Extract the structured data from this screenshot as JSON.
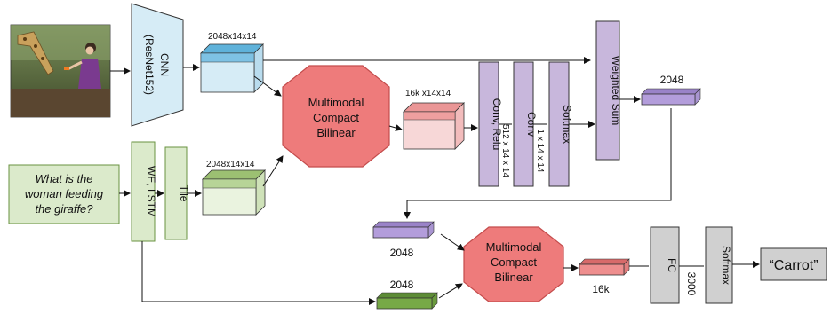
{
  "image": {
    "name": "photo of woman feeding a giraffe"
  },
  "cnn": {
    "line1": "CNN",
    "line2": "(ResNet152)"
  },
  "dims": {
    "img_feat": "2048x14x14",
    "tiled_feat": "2048x14x14",
    "mcb1_out": "16k x14x14",
    "conv1_out": "512 x 14 x 14",
    "conv2_out": "1 x 14 x 14",
    "att_out": "2048",
    "att_vec": "2048",
    "q_vec": "2048",
    "mcb2_out": "16k",
    "fc_out": "3000"
  },
  "question": {
    "line1": "What is the",
    "line2": "woman feeding",
    "line3": "the giraffe?"
  },
  "we_lstm": "WE, LSTM",
  "tile": "Tile",
  "mcb1": {
    "line1": "Multimodal",
    "line2": "Compact",
    "line3": "Bilinear"
  },
  "mcb2": {
    "line1": "Multimodal",
    "line2": "Compact",
    "line3": "Bilinear"
  },
  "conv_relu": "Conv, Relu",
  "conv": "Conv",
  "softmax1": "Softmax",
  "weighted_sum": "Weighted Sum",
  "fc": "FC",
  "softmax2": "Softmax",
  "answer": "“Carrot”",
  "colors": {
    "cnn_fill": "#d6ecf6",
    "green_fill": "#dbeacb",
    "green_border": "#6a9340",
    "purple_fill": "#c8b7dc",
    "purple_vec": "#b39ddb",
    "green_vec": "#77a947",
    "hex_fill": "#ee7b7b",
    "hex_border": "#c44c4c",
    "pink_cube": "#f7d7d7",
    "pink_top": "#ea9696",
    "gray_fill": "#d0d0d0"
  }
}
